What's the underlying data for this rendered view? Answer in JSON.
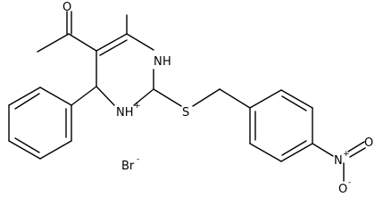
{
  "molecule": {
    "atoms": {
      "oxygen_acetyl": "O",
      "nh_ring": "H",
      "n_ring_label": "N",
      "nh_plus_label": "NH",
      "plus_charge": "+",
      "sulfur": "S",
      "bromide": "Br",
      "bromide_charge": "-",
      "nitro_n": "N",
      "nitro_plus": "+",
      "nitro_o_top": "O",
      "nitro_o_bottom": "O",
      "nitro_o_minus": "-"
    },
    "colors": {
      "bond": "#000000",
      "text": "#000000",
      "background": "#ffffff"
    }
  }
}
